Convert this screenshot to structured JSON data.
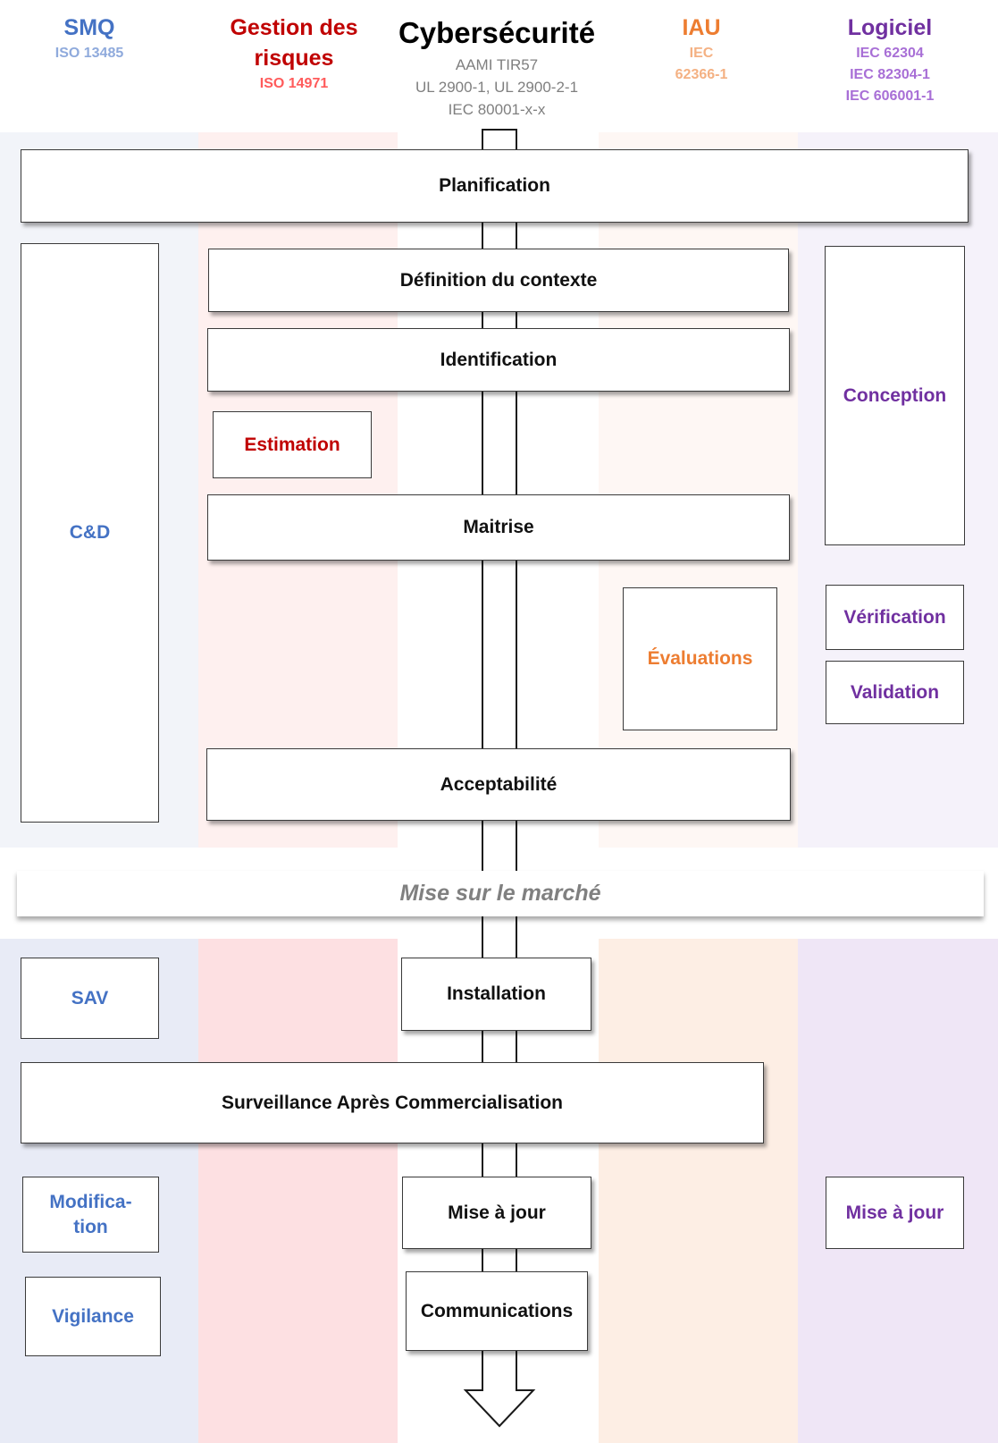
{
  "columns": [
    {
      "title": "SMQ",
      "standards": [
        "ISO 13485"
      ],
      "title_color": "#4472c4",
      "std_color": "#8faadc"
    },
    {
      "title": "Gestion des risques",
      "standards": [
        "ISO 14971"
      ],
      "title_color": "#c00000",
      "std_color": "#ff5b5b"
    },
    {
      "title": "Cybersécurité",
      "standards": [
        "AAMI TIR57",
        "UL 2900-1, UL 2900-2-1",
        "IEC 80001-x-x"
      ],
      "title_color": "#000000",
      "std_color": "#7f7f7f"
    },
    {
      "title": "IAU",
      "standards": [
        "IEC",
        "62366-1"
      ],
      "title_color": "#ed7d31",
      "std_color": "#f4b183"
    },
    {
      "title": "Logiciel",
      "standards": [
        "IEC 62304",
        "IEC 82304-1",
        "IEC 606001-1"
      ],
      "title_color": "#7030a0",
      "std_color": "#a86fd6"
    }
  ],
  "design_phase": {
    "planification": "Planification",
    "smq": {
      "cd": "C&D"
    },
    "risk": {
      "definition": "Définition du contexte",
      "identification": "Identification",
      "estimation": "Estimation",
      "maitrise": "Maitrise",
      "acceptabilite": "Acceptabilité"
    },
    "iau": {
      "evaluations": "Évaluations"
    },
    "software": {
      "conception": "Conception",
      "verification": "Vérification",
      "validation": "Validation"
    }
  },
  "market": {
    "label": "Mise sur le marché"
  },
  "post_market": {
    "sav": "SAV",
    "installation": "Installation",
    "surveillance": "Surveillance Après Commercialisation",
    "modification": "Modifica-\ntion",
    "mise_a_jour_cyber": "Mise à jour",
    "mise_a_jour_logiciel": "Mise à jour",
    "vigilance": "Vigilance",
    "communications": "Communications"
  },
  "colors": {
    "smq_band_light": "#f2f4f9",
    "risk_band_light": "#fef0ef",
    "iau_band_light": "#fef7f4",
    "software_band_light": "#f5f2fa",
    "smq_band": "#e8ebf6",
    "risk_band": "#fde0e2",
    "iau_band": "#fdeee4",
    "software_band": "#efe6f6"
  }
}
